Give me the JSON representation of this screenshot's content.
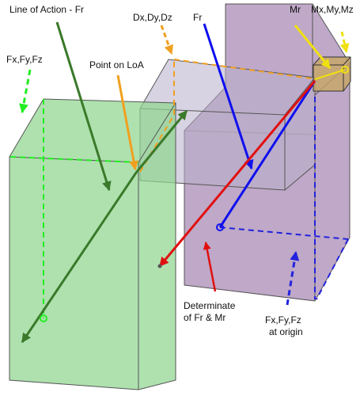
{
  "labels": {
    "line_of_action": "Line of Action - Fr",
    "dx_dy_dz": "Dx,Dy,Dz",
    "fr": "Fr",
    "mr": "Mr",
    "mx_my_mz": "Mx,My,Mz",
    "fx_fy_fz": "Fx,Fy,Fz",
    "point_on_loa": "Point on LoA",
    "determinate_line1": "Determinate",
    "determinate_line2": "of Fr & Mr",
    "fx_origin_line1": "Fx,Fy,Fz",
    "fx_origin_line2": "at origin"
  },
  "colors": {
    "green_box_fill": "#8fd68f",
    "purple_box_fill": "#a98bb6",
    "slab_fill": "#b8aecb",
    "small_box_fill": "#c8a663",
    "line_of_action": "#3a7a2a",
    "fr_arrow": "#1010ee",
    "red_arrow": "#e01010",
    "orange": "#f0a020",
    "yellow": "#f0e010",
    "dashed_green": "#22ee22",
    "dashed_blue": "#2222dd"
  }
}
